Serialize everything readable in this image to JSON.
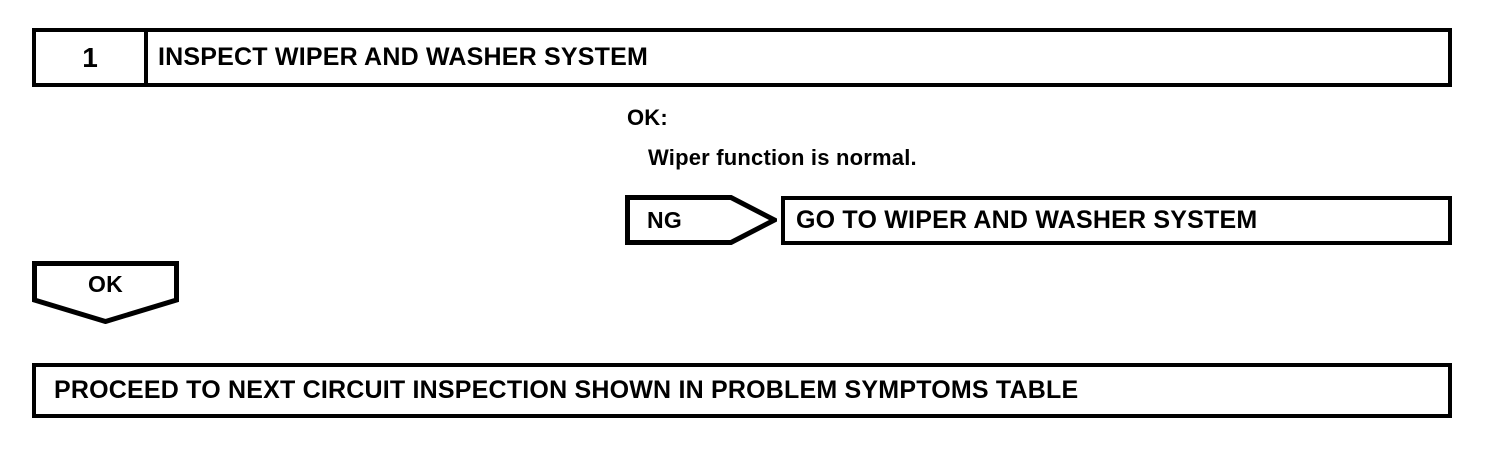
{
  "document": {
    "type": "diagnostic-flowchart",
    "colors": {
      "ink": "#000000",
      "paper": "#ffffff"
    }
  },
  "step": {
    "number": "1",
    "title": "INSPECT WIPER AND WASHER SYSTEM"
  },
  "result_note": {
    "label": "OK:",
    "description": "Wiper function is normal."
  },
  "ng_branch": {
    "arrow_label": "NG",
    "target_label": "GO TO WIPER AND WASHER SYSTEM"
  },
  "ok_branch": {
    "arrow_label": "OK",
    "target_label": "PROCEED TO NEXT CIRCUIT INSPECTION SHOWN IN PROBLEM SYMPTOMS TABLE"
  }
}
